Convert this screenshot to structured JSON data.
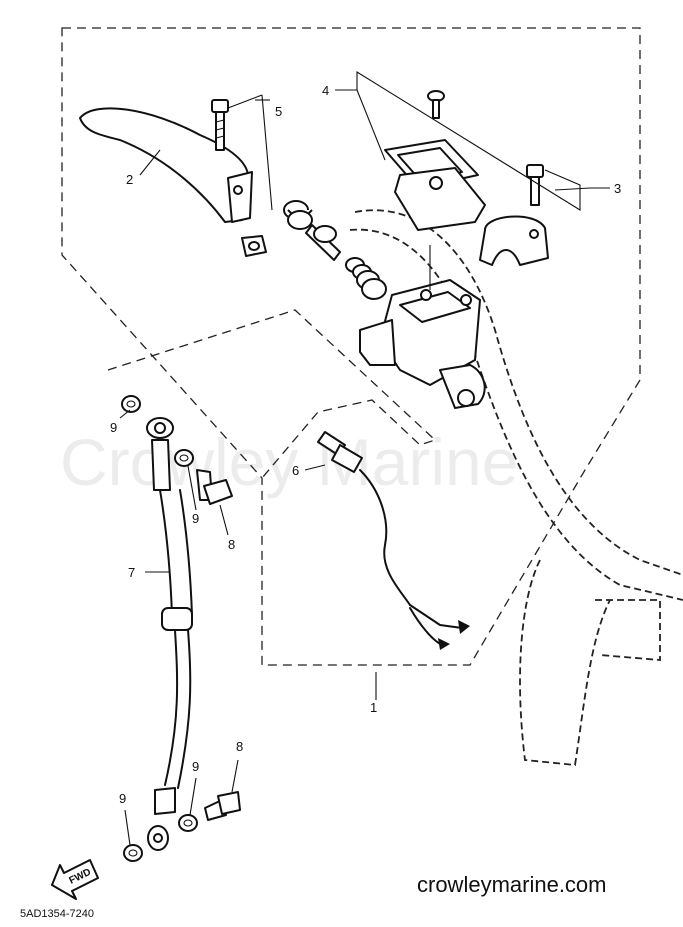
{
  "diagram": {
    "callouts": [
      {
        "id": "1",
        "label": "1"
      },
      {
        "id": "2",
        "label": "2"
      },
      {
        "id": "3",
        "label": "3"
      },
      {
        "id": "4",
        "label": "4"
      },
      {
        "id": "5",
        "label": "5"
      },
      {
        "id": "6",
        "label": "6"
      },
      {
        "id": "7",
        "label": "7"
      },
      {
        "id": "8a",
        "label": "8"
      },
      {
        "id": "8b",
        "label": "8"
      },
      {
        "id": "9a",
        "label": "9"
      },
      {
        "id": "9b",
        "label": "9"
      },
      {
        "id": "9c",
        "label": "9"
      },
      {
        "id": "9d",
        "label": "9"
      }
    ],
    "watermark": "Crowley Marine",
    "site": "crowleymarine.com",
    "drawing_code": "5AD1354-7240",
    "direction_arrow": "FWD"
  }
}
